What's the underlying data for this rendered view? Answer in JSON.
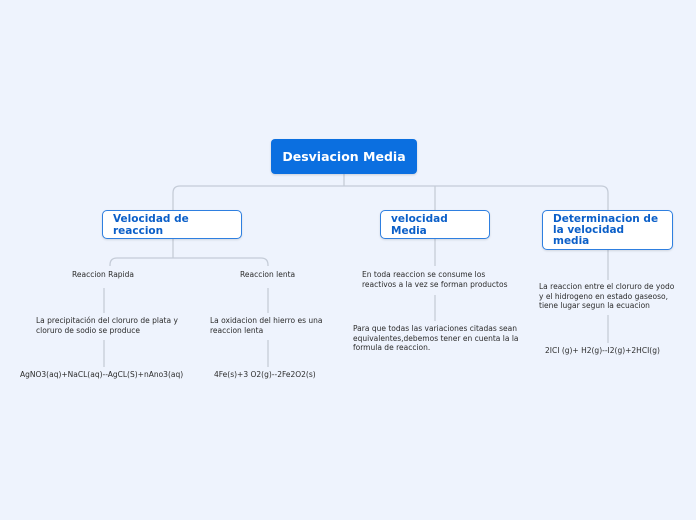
{
  "root": {
    "title": "Desviacion Media"
  },
  "branches": [
    {
      "title": "Velocidad de reaccion"
    },
    {
      "title": "velocidad Media"
    },
    {
      "title": "Determinacion de la velocidad media"
    }
  ],
  "rapida": {
    "label": "Reaccion Rapida",
    "desc": "La precipitación del cloruro de plata y cloruro de sodio se produce",
    "formula": "AgNO3(aq)+NaCL(aq)--AgCL(S)+nAno3(aq)"
  },
  "lenta": {
    "label": "Reaccion lenta",
    "desc": "La oxidacion del hierro es una reaccion lenta",
    "formula": "4Fe(s)+3 O2(g)--2Fe2O2(s)"
  },
  "media": {
    "text1": "En toda reaccion se consume los reactivos a la vez se forman productos",
    "text2": "Para que todas las variaciones citadas sean equivalentes,debemos tener en cuenta la la formula de reaccion."
  },
  "determinacion": {
    "text": "La reaccion entre el cloruro de yodo y el hidrogeno en estado gaseoso, tiene lugar segun la ecuacion",
    "formula": "2ICI (g)+ H2(g)--I2(g)+2HCI(g)"
  },
  "colors": {
    "background": "#eef3fd",
    "root": "#0b6fe0",
    "accent": "#2e7fe0",
    "connector": "#c5ccd8"
  }
}
